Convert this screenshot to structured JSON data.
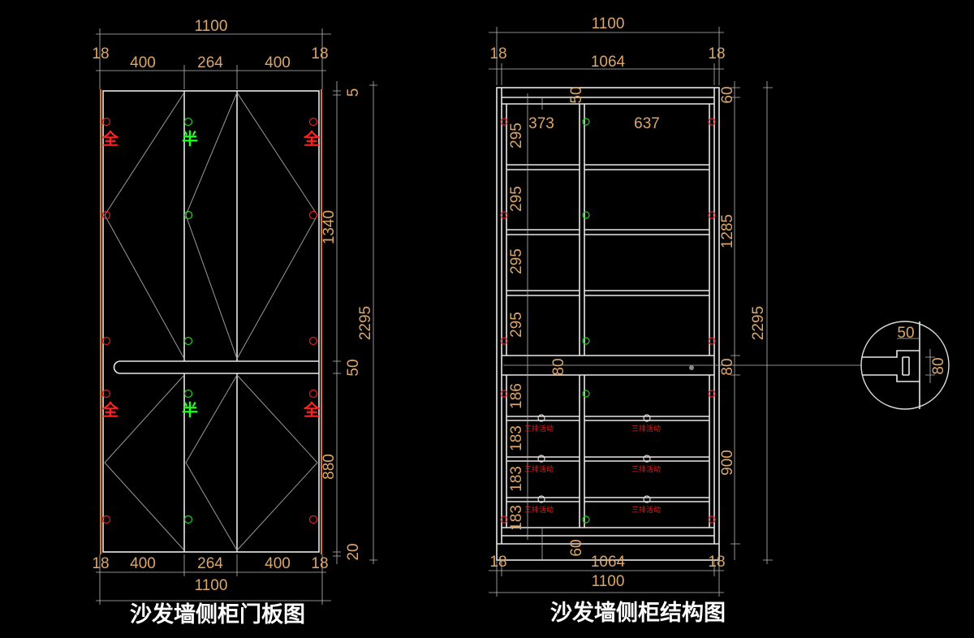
{
  "door": {
    "title": "沙发墙侧柜门板图",
    "top_total": "1100",
    "top": [
      "18",
      "400",
      "264",
      "400",
      "18"
    ],
    "bottom": [
      "18",
      "400",
      "264",
      "400",
      "18"
    ],
    "bottom_total": "1100",
    "right": [
      "5",
      "1340",
      "50",
      "880",
      "20"
    ],
    "right_total": "2295",
    "full_label": "全",
    "half_label": "半"
  },
  "structure": {
    "title": "沙发墙侧柜结构图",
    "top_total": "1100",
    "top": [
      "18",
      "1064",
      "18"
    ],
    "bottom": [
      "18",
      "1064",
      "18"
    ],
    "bottom_total": "1100",
    "upper_widths": [
      "373",
      "637"
    ],
    "inner_heights": [
      "295",
      "295",
      "295",
      "295",
      "80",
      "186",
      "183",
      "183",
      "183"
    ],
    "top_gap": "50",
    "bottom_gap": "60",
    "right": [
      "60",
      "1285",
      "80",
      "900"
    ],
    "right_total": "2295",
    "shelf_note": "三排活动"
  },
  "detail": {
    "width": "50",
    "height": "80"
  }
}
